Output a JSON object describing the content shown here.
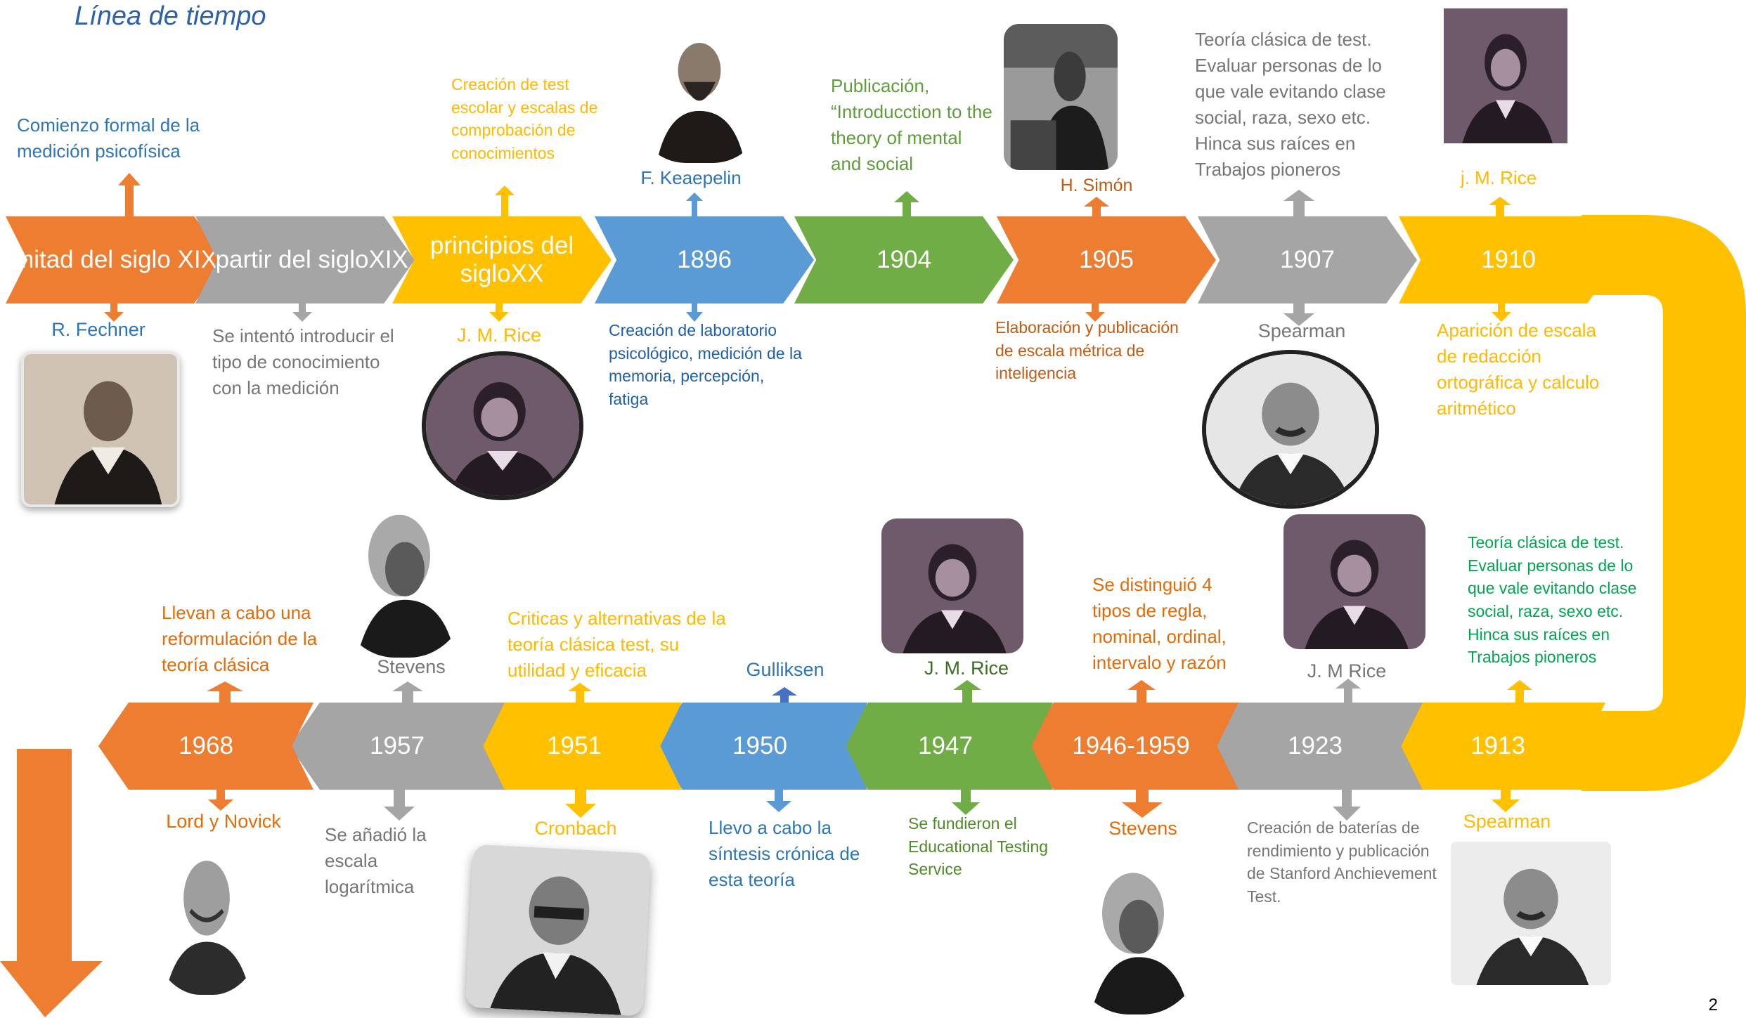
{
  "title": "Línea de tiempo",
  "page_number": "2",
  "colors": {
    "orange": "#ed7d31",
    "gray": "#a5a5a5",
    "yellow": "#ffc000",
    "blue": "#5b9bd5",
    "green": "#70ad47"
  },
  "top_row": [
    {
      "label": "mitad del siglo XIX",
      "above": "Comienzo formal de la medición psicofísica",
      "below": "R. Fechner"
    },
    {
      "label": "apartir del sigloXIX",
      "below": "Se intentó introducir el tipo de conocimiento con la medición"
    },
    {
      "label": "principios del sigloXX",
      "above": "Creación de test escolar y escalas de comprobación de conocimientos",
      "below": "J. M. Rice"
    },
    {
      "label": "1896",
      "above": "F. Keaepelin",
      "below": "Creación de laboratorio psicológico, medición de la memoria, percepción, fatiga"
    },
    {
      "label": "1904",
      "above": "Publicación, “Introducction to the theory of mental and social"
    },
    {
      "label": "1905",
      "above": "H. Simón",
      "below": "Elaboración y publicación de escala métrica de inteligencia"
    },
    {
      "label": "1907",
      "above": "Teoría clásica de test. Evaluar personas de lo que vale evitando clase social, raza, sexo etc. Hinca sus raíces en Trabajos pioneros",
      "below": "Spearman"
    },
    {
      "label": "1910",
      "above": "j. M. Rice",
      "below": "Aparición de escala de redacción ortográfica y calculo aritmético"
    }
  ],
  "bottom_row": [
    {
      "label": "1913",
      "above": "Teoría clásica de test. Evaluar personas de lo que vale evitando clase social, raza, sexo etc. Hinca sus raíces en Trabajos pioneros",
      "below": "Spearman"
    },
    {
      "label": "1923",
      "above": "J. M Rice",
      "below": "Creación de baterías de rendimiento y publicación de Stanford Anchievement Test."
    },
    {
      "label": "1946-1959",
      "above": "Se distinguió 4 tipos de regla, nominal, ordinal, intervalo y razón",
      "below": "Stevens"
    },
    {
      "label": "1947",
      "above": "J. M. Rice",
      "below": "Se fundieron el Educational Testing Service"
    },
    {
      "label": "1950",
      "above": "Gulliksen",
      "below": "Llevo a cabo la síntesis crónica de esta teoría"
    },
    {
      "label": "1951",
      "above": "Criticas y alternativas de la teoría clásica test, su utilidad y eficacia",
      "below": "Cronbach"
    },
    {
      "label": "1957",
      "above": "Stevens",
      "below": "Se añadió la escala logarítmica"
    },
    {
      "label": "1968",
      "above": "Llevan a cabo una reformulación de la teoría clásica",
      "below": "Lord y Novick"
    }
  ]
}
